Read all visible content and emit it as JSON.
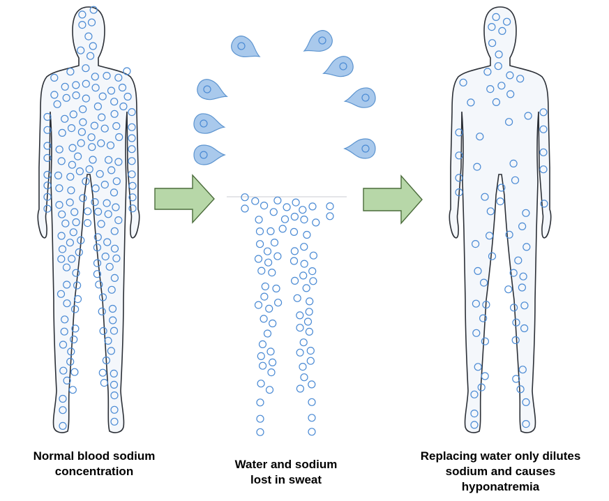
{
  "captions": {
    "normal": [
      "Normal blood sodium",
      "concentration"
    ],
    "sweat": [
      "Water and sodium",
      "lost in sweat"
    ],
    "dilution": [
      "Replacing water only dilutes",
      "sodium and causes",
      "hyponatremia"
    ]
  },
  "colors": {
    "body_fill": "#f4f7fb",
    "body_outline": "#2b2f36",
    "sodium_particle": "#4a8ad4",
    "sweat_region": "#f8e8ea",
    "sweat_outline": "#a04a55",
    "sweat_drop_fill": "#a9c9ec",
    "sweat_drop_outline": "#5b93cf",
    "arrow_fill": "#b7d7a8",
    "arrow_outline": "#4a6b3a"
  },
  "icons": {
    "figure": "human-body-silhouette",
    "particle": "sodium-circle",
    "drop": "sweat-drop",
    "arrow": "right-arrow"
  }
}
